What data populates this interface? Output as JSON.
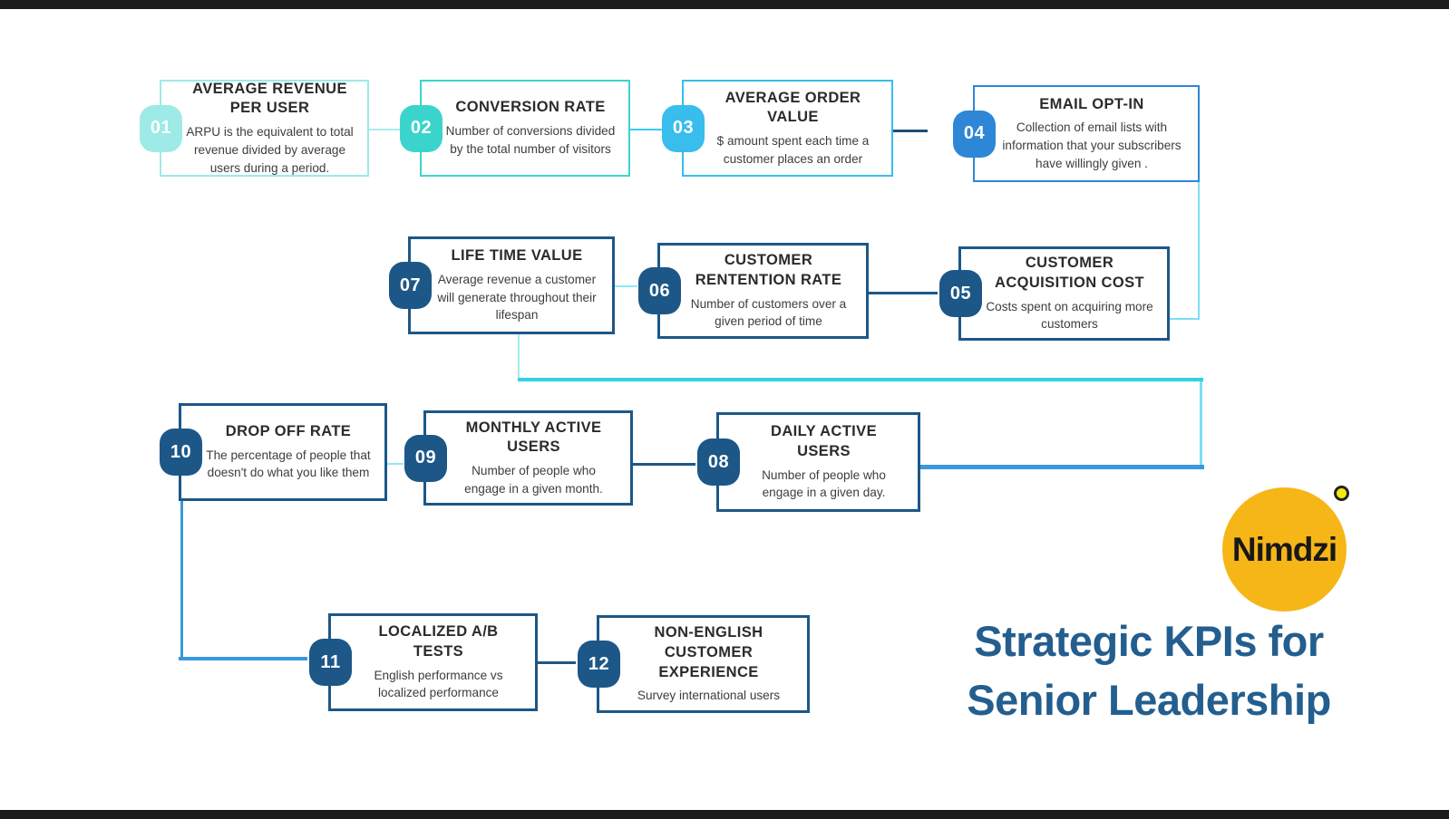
{
  "page": {
    "bar_color": "#1b1b1b",
    "background": "#ffffff"
  },
  "title": {
    "line1": "Strategic KPIs for",
    "line2": "Senior Leadership",
    "color": "#235e8f"
  },
  "logo": {
    "text": "Nimdzi",
    "circle_color": "#f7b617",
    "dot_color": "#f8e70e"
  },
  "colors": {
    "pale_teal": "#9deae6",
    "teal": "#3bd4cc",
    "sky": "#38bdec",
    "blue": "#2e86d6",
    "navy": "#1d5787",
    "connector_navy": "#1f4e79",
    "connector_light_cyan": "#7cdef3",
    "connector_turquoise": "#2fd3e2",
    "connector_blue": "#3b98dc"
  },
  "kpis": [
    {
      "num": "01",
      "title": "AVERAGE REVENUE PER USER",
      "desc": "ARPU is the equivalent to total revenue divided by average users during a period.",
      "accent": "#9deae6"
    },
    {
      "num": "02",
      "title": "CONVERSION RATE",
      "desc": "Number of conversions divided by the total number of visitors",
      "accent": "#3bd4cc"
    },
    {
      "num": "03",
      "title": "AVERAGE ORDER VALUE",
      "desc": "$ amount spent each time a customer places an order",
      "accent": "#38bdec"
    },
    {
      "num": "04",
      "title": "EMAIL OPT-IN",
      "desc": "Collection of email lists with information that your subscribers have willingly given .",
      "accent": "#2e86d6"
    },
    {
      "num": "05",
      "title": "CUSTOMER ACQUISITION COST",
      "desc": "Costs spent on acquiring more customers",
      "accent": "#1d5787"
    },
    {
      "num": "06",
      "title": "CUSTOMER RENTENTION RATE",
      "desc": "Number of customers  over a given period of time",
      "accent": "#1d5787"
    },
    {
      "num": "07",
      "title": "LIFE TIME VALUE",
      "desc": "Average revenue  a customer will generate throughout their lifespan",
      "accent": "#1d5787"
    },
    {
      "num": "08",
      "title": "DAILY ACTIVE USERS",
      "desc": "Number of people who engage in a given day.",
      "accent": "#1d5787"
    },
    {
      "num": "09",
      "title": "MONTHLY ACTIVE USERS",
      "desc": "Number of people who engage in a given month.",
      "accent": "#1d5787"
    },
    {
      "num": "10",
      "title": "DROP OFF RATE",
      "desc": "The percentage of people that doesn't do what you like them",
      "accent": "#1d5787"
    },
    {
      "num": "11",
      "title": "LOCALIZED A/B TESTS",
      "desc": "English performance vs localized performance",
      "accent": "#1d5787"
    },
    {
      "num": "12",
      "title": "NON-ENGLISH CUSTOMER EXPERIENCE",
      "desc": "Survey international users",
      "accent": "#1d5787"
    }
  ]
}
